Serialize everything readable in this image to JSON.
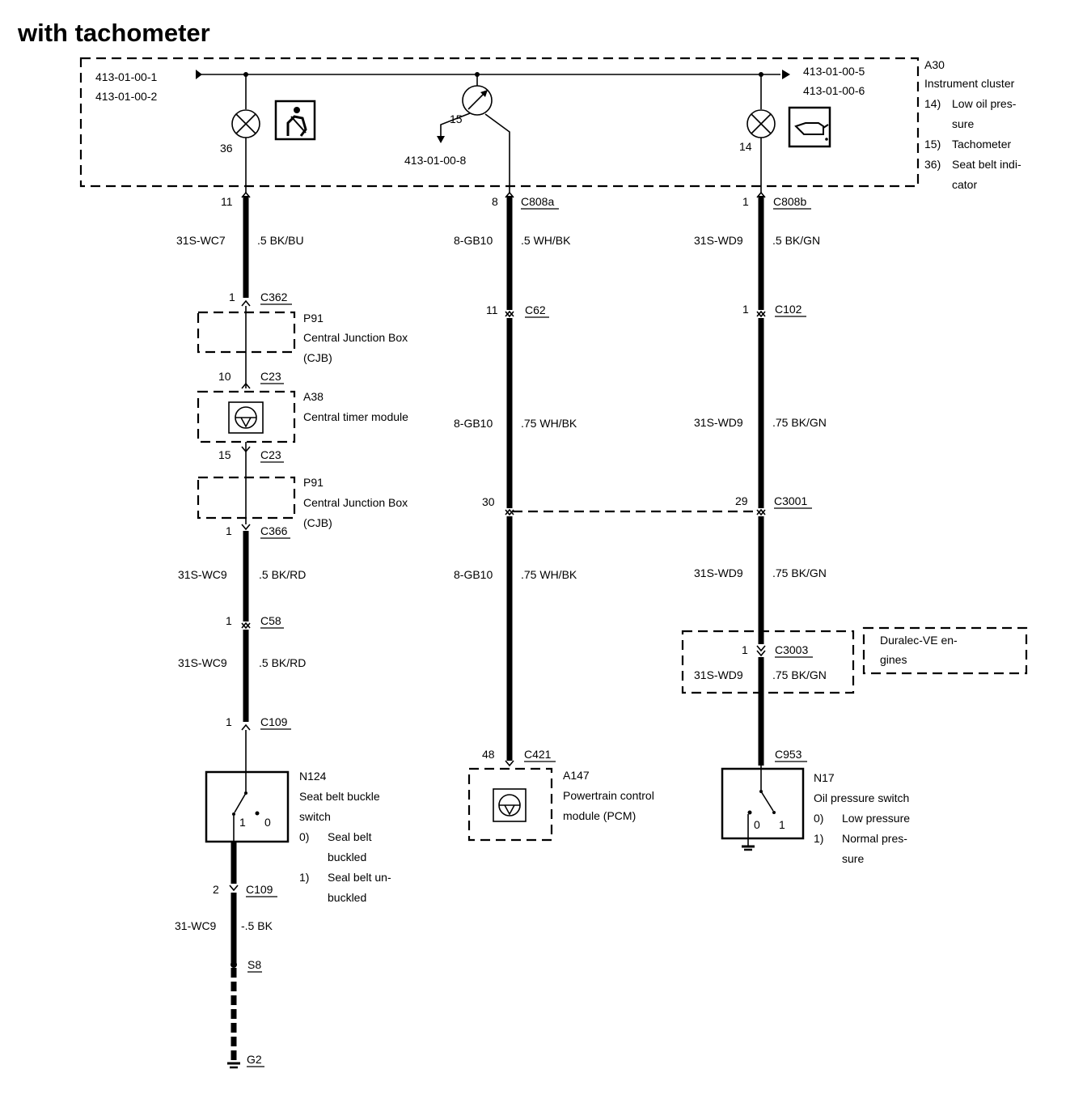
{
  "title": "with tachometer",
  "cluster": {
    "id": "A30",
    "name": "Instrument cluster",
    "refs_left": [
      "413-01-00-1",
      "413-01-00-2"
    ],
    "refs_right": [
      "413-01-00-5",
      "413-01-00-6"
    ],
    "ref_tach": "413-01-00-8",
    "tach_pin": "15",
    "lamp_seatbelt_pin": "36",
    "lamp_oil_pin": "14",
    "legend": [
      {
        "num": "14)",
        "lines": [
          "Low oil pres-",
          "sure"
        ]
      },
      {
        "num": "15)",
        "lines": [
          "Tachometer"
        ]
      },
      {
        "num": "36)",
        "lines": [
          "Seat belt indi-",
          "cator"
        ]
      }
    ]
  },
  "left_circuit": {
    "c_top_pin": "11",
    "wire1": {
      "circuit": "31S-WC7",
      "spec": ".5 BK/BU"
    },
    "c362": {
      "pin": "1",
      "name": "C362"
    },
    "cjb1": {
      "id": "P91",
      "lines": [
        "Central Junction Box",
        "(CJB)"
      ]
    },
    "c23a": {
      "pin": "10",
      "name": "C23"
    },
    "timer": {
      "id": "A38",
      "name": "Central timer module"
    },
    "c23b": {
      "pin": "15",
      "name": "C23"
    },
    "cjb2": {
      "id": "P91",
      "lines": [
        "Central Junction Box",
        "(CJB)"
      ]
    },
    "c366": {
      "pin": "1",
      "name": "C366"
    },
    "wire2": {
      "circuit": "31S-WC9",
      "spec": ".5 BK/RD"
    },
    "c58": {
      "pin": "1",
      "name": "C58"
    },
    "wire3": {
      "circuit": "31S-WC9",
      "spec": ".5 BK/RD"
    },
    "c109a": {
      "pin": "1",
      "name": "C109"
    },
    "switch": {
      "id": "N124",
      "name_lines": [
        "Seat belt buckle",
        "switch"
      ],
      "pos1": "1",
      "pos0": "0",
      "states": [
        {
          "num": "0)",
          "lines": [
            "Seal belt",
            "buckled"
          ]
        },
        {
          "num": "1)",
          "lines": [
            "Seal belt un-",
            "buckled"
          ]
        }
      ]
    },
    "c109b": {
      "pin": "2",
      "name": "C109"
    },
    "wire4": {
      "circuit": "31-WC9",
      "spec": "-.5 BK"
    },
    "splice": "S8",
    "ground": "G2"
  },
  "middle_circuit": {
    "c808a": {
      "pin": "8",
      "name": "C808a"
    },
    "wire1": {
      "circuit": "8-GB10",
      "spec": ".5 WH/BK"
    },
    "c62": {
      "pin": "11",
      "name": "C62"
    },
    "wire2": {
      "circuit": "8-GB10",
      "spec": ".75 WH/BK"
    },
    "c3001_pin": "30",
    "wire3": {
      "circuit": "8-GB10",
      "spec": ".75 WH/BK"
    },
    "c421": {
      "pin": "48",
      "name": "C421"
    },
    "pcm": {
      "id": "A147",
      "lines": [
        "Powertrain control",
        "module (PCM)"
      ]
    }
  },
  "right_circuit": {
    "c808b": {
      "pin": "1",
      "name": "C808b"
    },
    "wire1": {
      "circuit": "31S-WD9",
      "spec": ".5 BK/GN"
    },
    "c102": {
      "pin": "1",
      "name": "C102"
    },
    "wire2": {
      "circuit": "31S-WD9",
      "spec": ".75 BK/GN"
    },
    "c3001": {
      "pin": "29",
      "name": "C3001"
    },
    "wire3": {
      "circuit": "31S-WD9",
      "spec": ".75 BK/GN"
    },
    "c3003": {
      "pin": "1",
      "name": "C3003"
    },
    "wire4": {
      "circuit": "31S-WD9",
      "spec": ".75 BK/GN"
    },
    "engine_note": [
      "Duralec-VE en-",
      "gines"
    ],
    "c953": {
      "name": "C953"
    },
    "switch": {
      "id": "N17",
      "name": "Oil pressure switch",
      "pos0": "0",
      "pos1": "1",
      "states": [
        {
          "num": "0)",
          "lines": [
            "Low pressure"
          ]
        },
        {
          "num": "1)",
          "lines": [
            "Normal pres-",
            "sure"
          ]
        }
      ]
    }
  }
}
